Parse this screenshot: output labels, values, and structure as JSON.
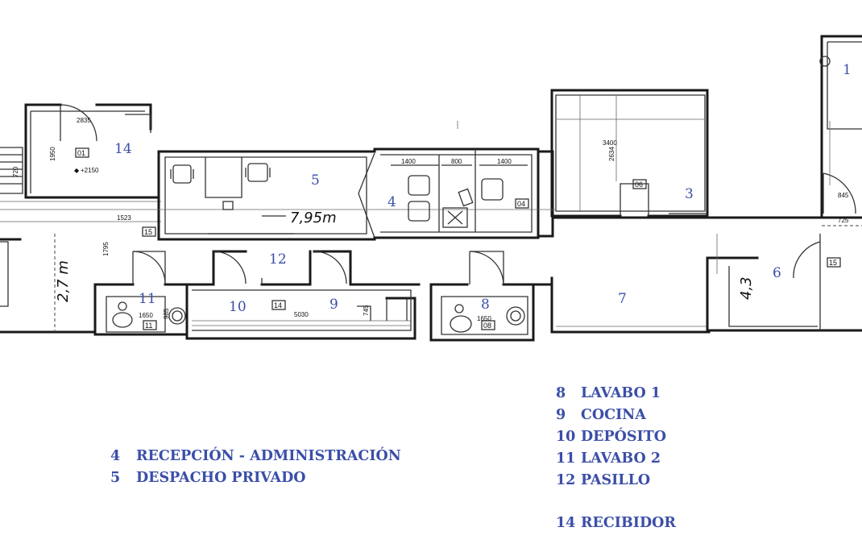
{
  "rooms": [
    {
      "id": "r1",
      "number": "1"
    },
    {
      "id": "r3",
      "number": "3"
    },
    {
      "id": "r4",
      "number": "4"
    },
    {
      "id": "r5",
      "number": "5"
    },
    {
      "id": "r6",
      "number": "6"
    },
    {
      "id": "r7",
      "number": "7"
    },
    {
      "id": "r8",
      "number": "8"
    },
    {
      "id": "r9",
      "number": "9"
    },
    {
      "id": "r10",
      "number": "10"
    },
    {
      "id": "r11",
      "number": "11"
    },
    {
      "id": "r12",
      "number": "12"
    },
    {
      "id": "r14",
      "number": "14"
    }
  ],
  "dimensions": {
    "d2835": "2835",
    "d1950": "1950",
    "d720": "720",
    "d2150": "+2150",
    "d1523": "1523",
    "d1795": "1795",
    "d1400a": "1400",
    "d800": "800",
    "d1400b": "1400",
    "d3400": "3400",
    "d2634": "2634",
    "d845": "845",
    "d725": "725",
    "d5030": "5030",
    "d745": "745",
    "d1650a": "1650",
    "d1650b": "1650",
    "d985": "985"
  },
  "tags": {
    "t01": "01",
    "t04": "04",
    "t06": "06",
    "t14": "14",
    "t15a": "15",
    "t15b": "15",
    "t11": "11",
    "t08": "08"
  },
  "handwritten": {
    "len_795": "7,95m",
    "len_27": "2,7 m",
    "len_43": "4,3"
  },
  "legend_left": [
    {
      "num": "4",
      "name": "RECEPCIÓN - ADMINISTRACIÓN"
    },
    {
      "num": "5",
      "name": "DESPACHO PRIVADO"
    }
  ],
  "legend_right": [
    {
      "num": "8",
      "name": "LAVABO 1"
    },
    {
      "num": "9",
      "name": "COCINA"
    },
    {
      "num": "10",
      "name": "DEPÓSITO"
    },
    {
      "num": "11",
      "name": "LAVABO 2"
    },
    {
      "num": "12",
      "name": "PASILLO"
    },
    {
      "num": "14",
      "name": "RECIBIDOR"
    }
  ]
}
